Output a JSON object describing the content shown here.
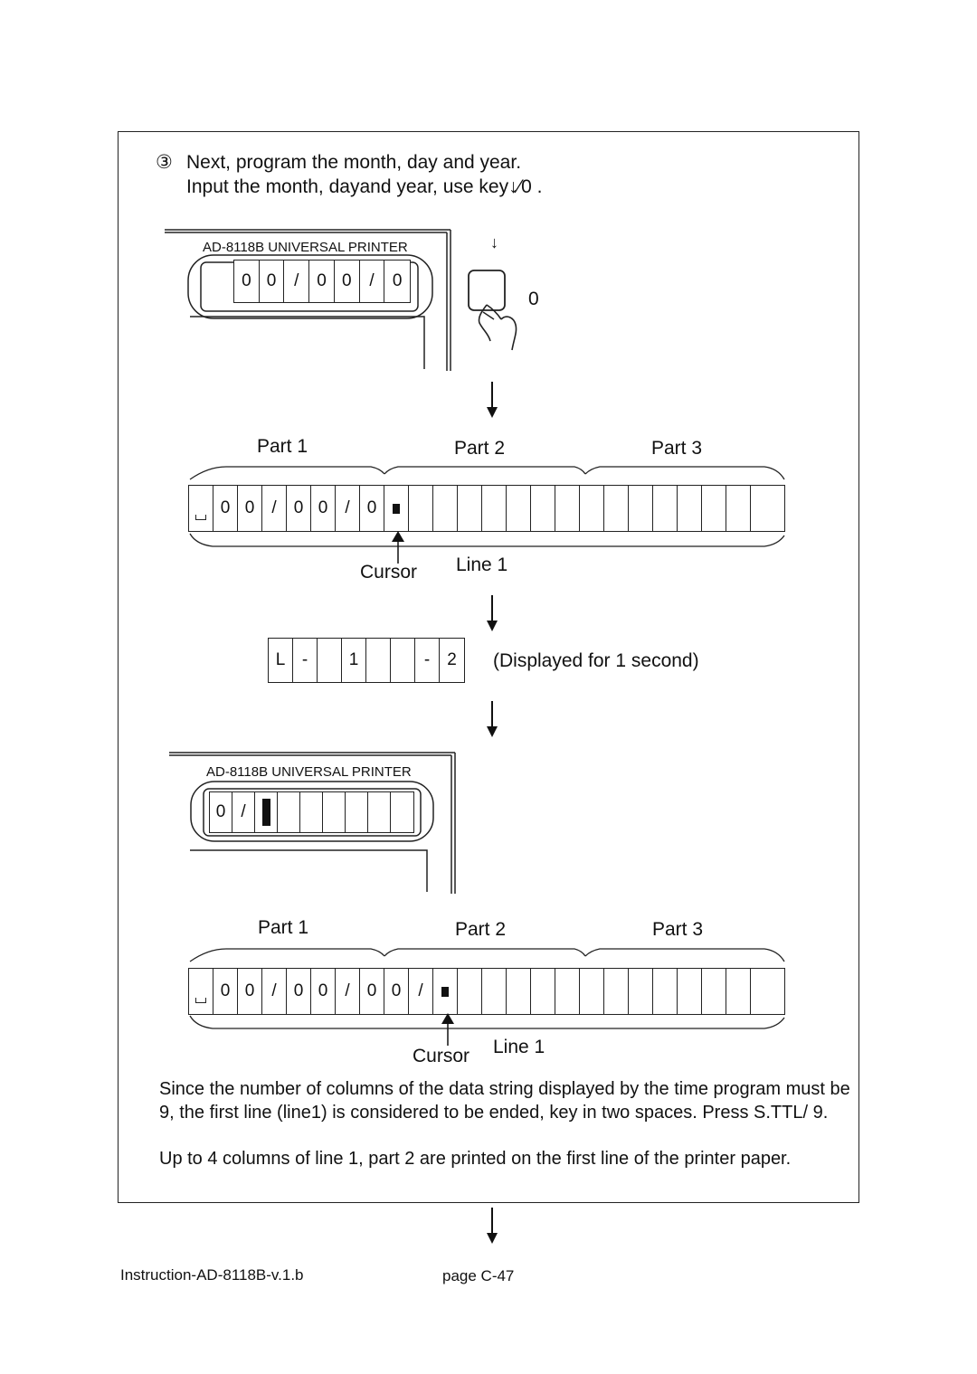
{
  "step": {
    "marker": "③",
    "line1": "Next, program the month, day and year.",
    "line2_prefix": "Input the month, dayand year, use key",
    "line2_key": "↓⁄0",
    "line2_suffix": " ."
  },
  "printer_label": "AD-8118B UNIVERSAL PRINTER",
  "display1": [
    "0",
    "0",
    "/",
    "0",
    "0",
    "/",
    "0"
  ],
  "key": {
    "top_symbol": "↓",
    "label": "0"
  },
  "parts": {
    "part1": "Part 1",
    "part2": "Part 2",
    "part3": "Part 3"
  },
  "line1_row": {
    "cells": [
      "␣",
      "0",
      "0",
      "/",
      "0",
      "0",
      "/",
      "0",
      "■",
      "",
      "",
      "",
      "",
      "",
      "",
      "",
      "",
      "",
      "",
      "",
      "",
      "",
      "",
      "",
      ""
    ]
  },
  "cursor_label": "Cursor",
  "line_label": "Line 1",
  "l_display": {
    "cells": [
      "L",
      "-",
      "",
      "1",
      "",
      "",
      "-",
      "2"
    ],
    "note": "(Displayed for 1 second)"
  },
  "display2": [
    "0",
    "/",
    "▮",
    "",
    "",
    "",
    "",
    "",
    ""
  ],
  "line1_row2": {
    "cells": [
      "␣",
      "0",
      "0",
      "/",
      "0",
      "0",
      "/",
      "0",
      "0",
      "/",
      "■",
      "",
      "",
      "",
      "",
      "",
      "",
      "",
      "",
      "",
      "",
      "",
      "",
      "",
      ""
    ]
  },
  "paragraph1": "Since the number of columns of the data string displayed by the time program must be 9, the first line (line1) is considered to be ended, key in two spaces. Press S.TTL/ 9.",
  "paragraph2": "Up to 4 columns of line 1, part 2 are printed on the first line of the printer paper.",
  "footer": {
    "doc": "Instruction-AD-8118B-v.1.b",
    "page": "page C-47"
  }
}
